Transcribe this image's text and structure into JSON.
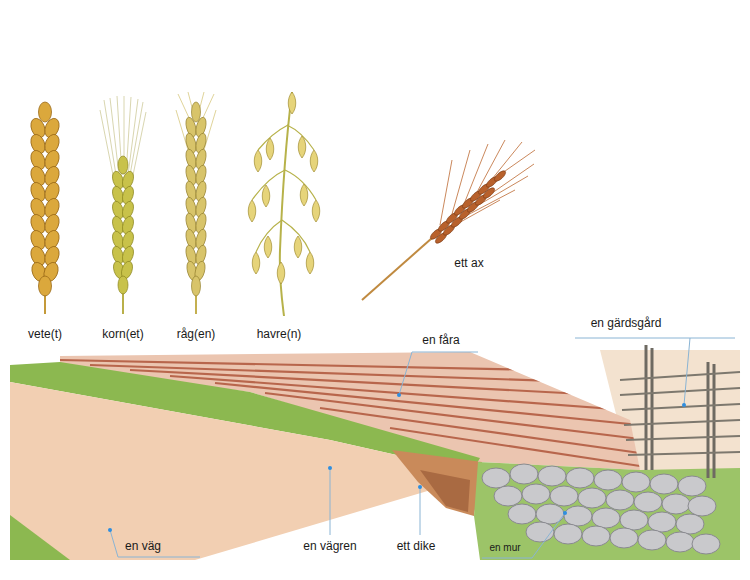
{
  "diagram": {
    "labels": [
      "vete(t)",
      "korn(et)",
      "råg(en)",
      "havre(n)",
      "ett ax",
      "en fåra",
      "en gärdsgård",
      "en väg",
      "en vägren",
      "ett dike",
      "en mur"
    ]
  }
}
